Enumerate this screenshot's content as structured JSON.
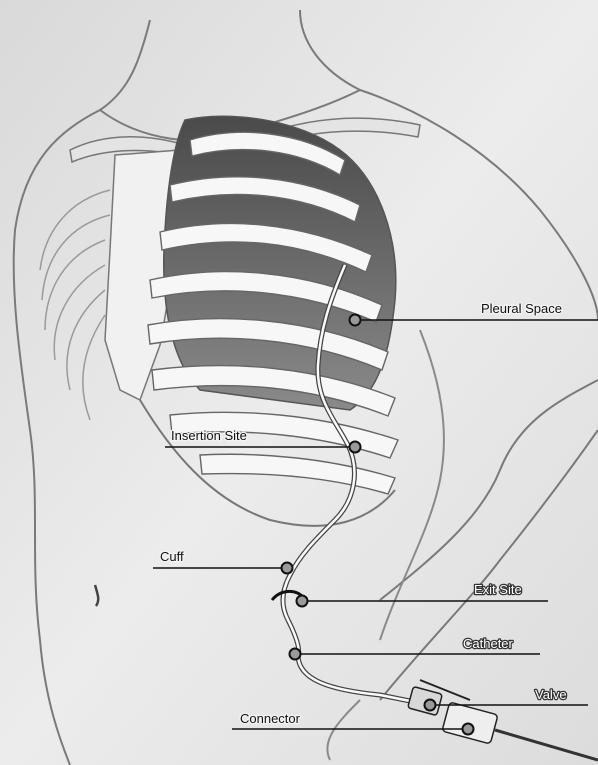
{
  "labels": {
    "pleural_space": "Pleural Space",
    "insertion_site": "Insertion Site",
    "cuff": "Cuff",
    "exit_site": "Exit Site",
    "catheter": "Catheter",
    "valve": "Valve",
    "connector": "Connector"
  },
  "colors": {
    "background": "#e9e9e9",
    "rib": "#f7f7f7",
    "lung": "#6f6f6f",
    "skin_line": "#7a7a7a",
    "leader": "#111111"
  }
}
